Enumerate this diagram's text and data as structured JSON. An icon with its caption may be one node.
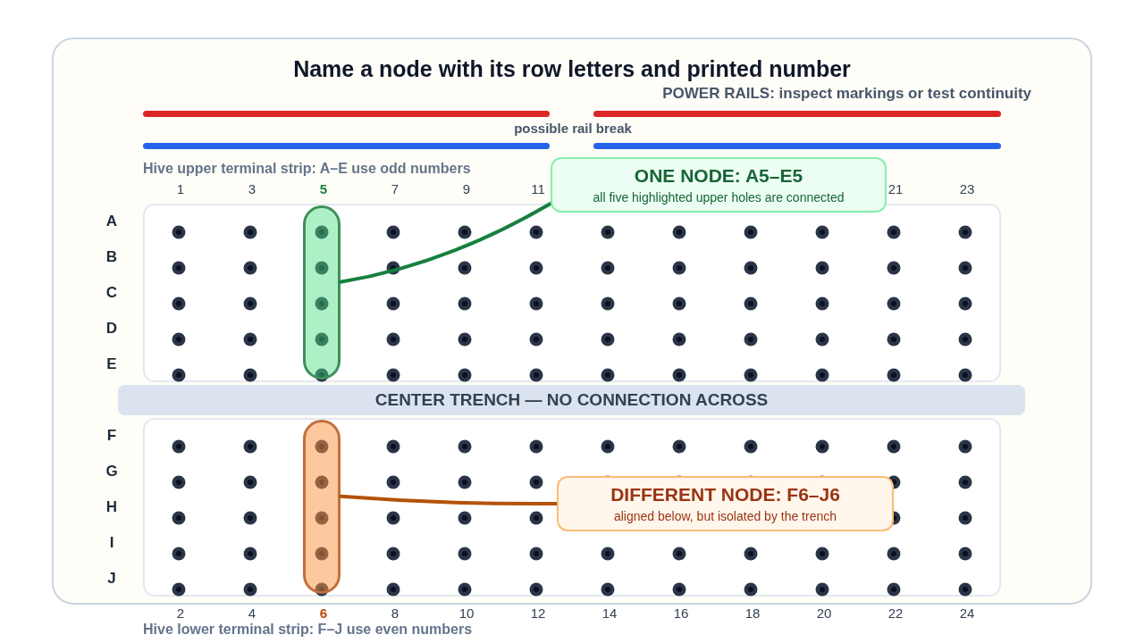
{
  "diagram": {
    "title": "Name a node with its row letters and printed number",
    "nodes": [
      {
        "text": [
          "ONE NODE: A5–E5",
          "all five highlighted upper holes are connected"
        ]
      },
      {
        "text": [],
        "shape": "bar"
      },
      {
        "text": [
          "CENTER TRENCH — NO CONNECTION ACROSS"
        ]
      },
      {
        "text": [],
        "shape": "bar"
      },
      {
        "text": [
          "DIFFERENT NODE: F6–J6",
          "aligned below, but isolated by the trench"
        ]
      }
    ],
    "edges": [
      {
        "from": 0,
        "to": 1,
        "arrow": "none",
        "color": "#15803d"
      },
      {
        "from": 4,
        "to": 3,
        "arrow": "none",
        "color": "#b45309"
      }
    ],
    "labels": [
      "POWER RAILS: inspect markings or test continuity",
      "possible rail break",
      "Hive upper terminal strip: A–E use odd numbers",
      "1",
      "3",
      "5",
      "7",
      "9",
      "11",
      "21",
      "23",
      "A",
      "B",
      "C",
      "D",
      "E",
      "F",
      "G",
      "H",
      "I",
      "J",
      "2",
      "4",
      "6",
      "8",
      "10",
      "12",
      "14",
      "16",
      "18",
      "20",
      "22",
      "24",
      "Hive lower terminal strip: F–J use even numbers"
    ]
  }
}
